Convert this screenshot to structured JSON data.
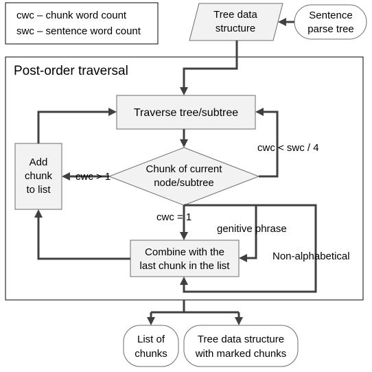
{
  "legend": {
    "line1": "cwc – chunk word count",
    "line2": "swc – sentence word count"
  },
  "container_title": "Post-order traversal",
  "nodes": {
    "tree_data": {
      "line1": "Tree data",
      "line2": "structure"
    },
    "sentence_parse": {
      "line1": "Sentence",
      "line2": "parse tree"
    },
    "traverse": "Traverse tree/subtree",
    "chunk_decision": {
      "line1": "Chunk of current",
      "line2": "node/subtree"
    },
    "add_chunk": {
      "line1": "Add",
      "line2": "chunk",
      "line3": "to list"
    },
    "combine": {
      "line1": "Combine with the",
      "line2": "last chunk in the list"
    },
    "list_chunks": {
      "line1": "List of",
      "line2": "chunks"
    },
    "tree_marked": {
      "line1": "Tree data structure",
      "line2": "with marked chunks"
    }
  },
  "edge_labels": {
    "cwc_gt_1": "cwc > 1",
    "cwc_lt_swc4": "cwc < swc / 4",
    "cwc_eq_1": "cwc = 1",
    "genitive": "genitive phrase",
    "nonalpha": "Non-alphabetical"
  }
}
